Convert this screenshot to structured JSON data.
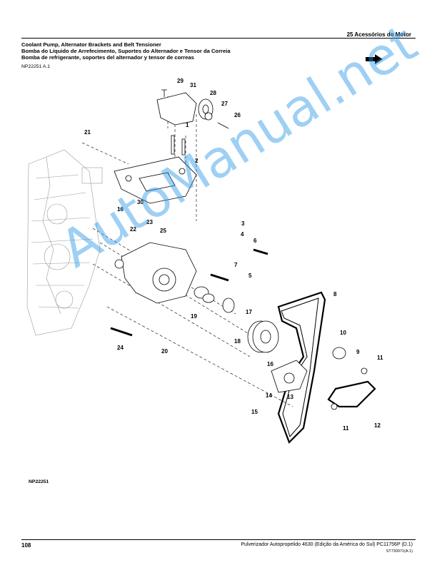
{
  "header": {
    "section": "25 Acessórios do Motor"
  },
  "title": {
    "line1": "Coolant Pump, Alternator Brackets and Belt Tensioner",
    "line2": "Bomba do Líquido de Arrefecimento, Suportes do Alternador e Tensor da Correia",
    "line3": "Bomba de refrigerante, soportes del alternador y tensor de correas"
  },
  "reference": "NP22251 A.1",
  "figure_id": "NP22251",
  "watermark": "AutoManual.net",
  "callouts": [
    "29",
    "31",
    "28",
    "27",
    "26",
    "1",
    "21",
    "2",
    "16",
    "30",
    "22",
    "23",
    "25",
    "3",
    "4",
    "6",
    "5",
    "7",
    "8",
    "17",
    "19",
    "18",
    "24",
    "20",
    "16",
    "10",
    "9",
    "11",
    "14",
    "13",
    "15",
    "11",
    "12"
  ],
  "footer": {
    "page": "108",
    "text": "Pulverizador Autopropelido 4630 (Edição da América do Sul)   PC11756P   (D.1)",
    "code": "ST730971(A.1)"
  },
  "icons": {
    "arrow": "right-arrow-icon"
  }
}
